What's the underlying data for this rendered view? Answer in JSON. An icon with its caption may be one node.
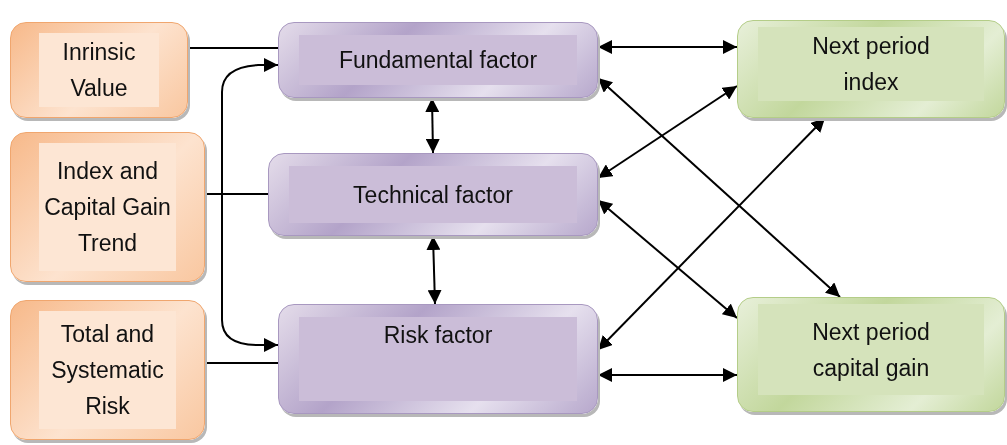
{
  "diagram": {
    "nodes": [
      {
        "text": [
          "Inrinsic Value"
        ]
      },
      {
        "text": [
          "Index and Capital Gain Trend"
        ]
      },
      {
        "text": [
          "Total and Systematic Risk"
        ]
      },
      {
        "text": [
          "Fundamental factor"
        ]
      },
      {
        "text": [
          "Technical factor"
        ]
      },
      {
        "text": [
          "Risk factor"
        ]
      },
      {
        "text": [
          "Next period index"
        ]
      },
      {
        "text": [
          "Next period capital gain"
        ]
      }
    ],
    "edges": [
      {
        "from": 0,
        "to": 3,
        "arrow": "none"
      },
      {
        "from": 1,
        "to": 4,
        "arrow": "none"
      },
      {
        "from": 2,
        "to": 5,
        "arrow": "none"
      },
      {
        "from": 3,
        "to": 5,
        "arrow": "both"
      },
      {
        "from": 3,
        "to": 4,
        "arrow": "both"
      },
      {
        "from": 4,
        "to": 5,
        "arrow": "both"
      },
      {
        "from": 3,
        "to": 6,
        "arrow": "both"
      },
      {
        "from": 3,
        "to": 7,
        "arrow": "both"
      },
      {
        "from": 4,
        "to": 6,
        "arrow": "both"
      },
      {
        "from": 4,
        "to": 7,
        "arrow": "both"
      },
      {
        "from": 5,
        "to": 6,
        "arrow": "both"
      },
      {
        "from": 5,
        "to": 7,
        "arrow": "both"
      }
    ]
  }
}
